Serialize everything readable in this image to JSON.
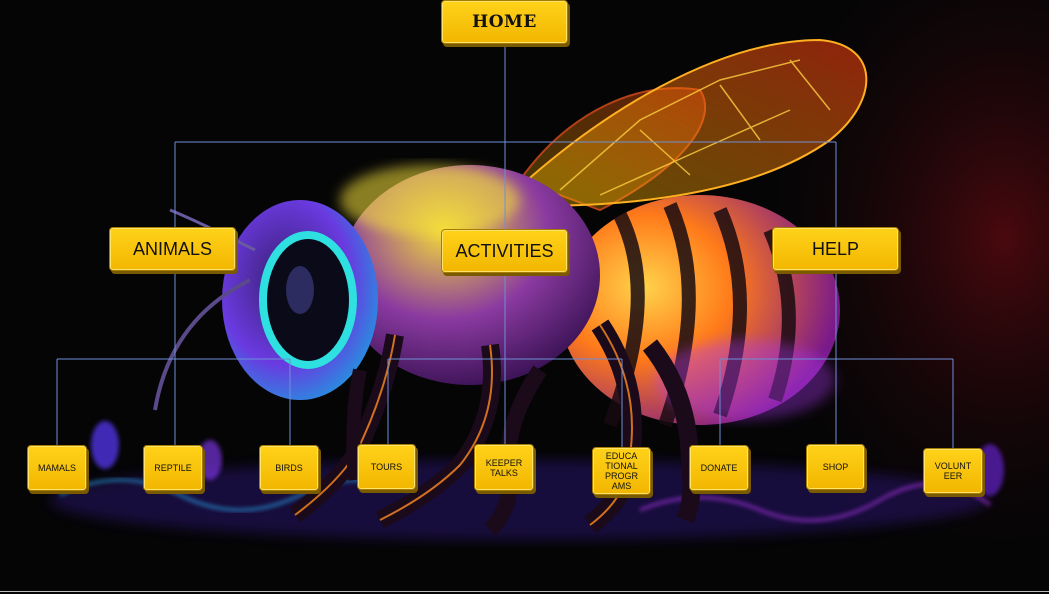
{
  "diagram": {
    "root": {
      "label": "HOME"
    },
    "sections": [
      {
        "label": "ANIMALS",
        "children": [
          "MAMALS",
          "REPTILE",
          "BIRDS"
        ]
      },
      {
        "label": "ACTIVITIES",
        "children": [
          "TOURS",
          "KEEPER TALKS",
          "EDUCATIONAL PROGRAMS"
        ]
      },
      {
        "label": "HELP",
        "children": [
          "DONATE",
          "SHOP",
          "VOLUNTEER"
        ]
      }
    ],
    "colors": {
      "node_fill": "#ffcc00",
      "connector": "#6f8fd6",
      "background": "#050506"
    },
    "background_image": "neon-bee-illustration"
  }
}
